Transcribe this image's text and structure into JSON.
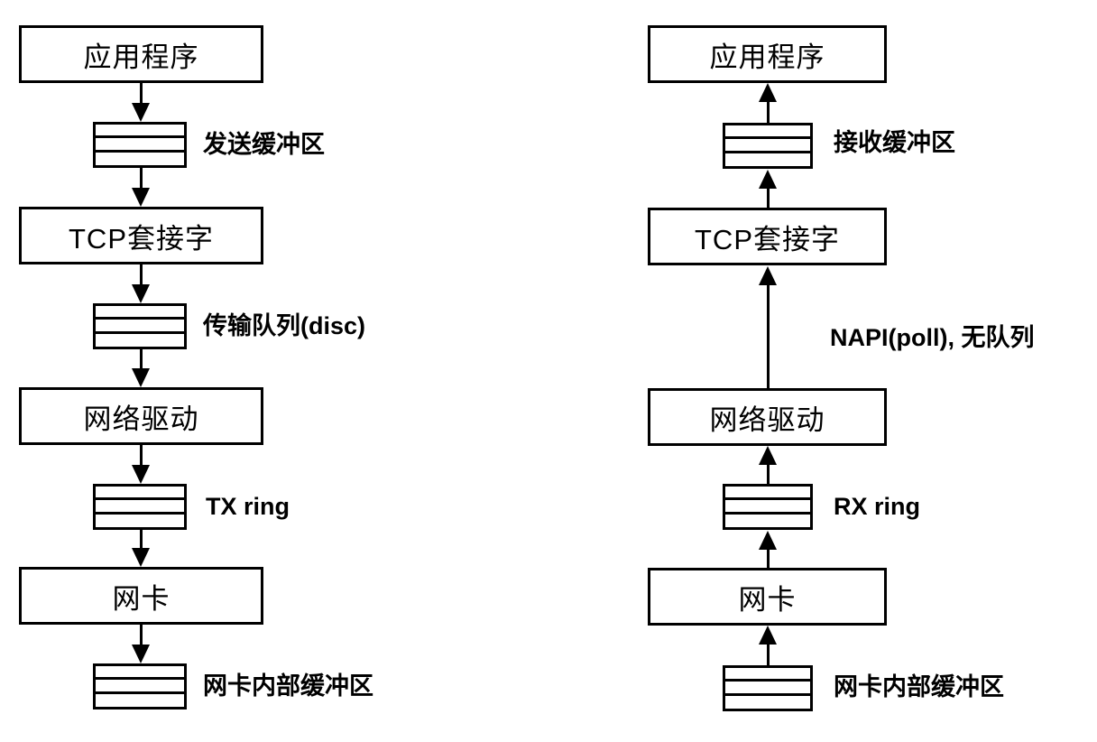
{
  "diagram_type": "flow-diagram",
  "colors": {
    "stroke": "#000000",
    "background": "#ffffff",
    "text": "#000000"
  },
  "send_path": {
    "application": "应用程序",
    "send_buffer": "发送缓冲区",
    "tcp_socket": "TCP套接字",
    "transmit_queue": "传输队列(disc)",
    "network_driver": "网络驱动",
    "tx_ring": "TX ring",
    "nic": "网卡",
    "nic_internal_buffer": "网卡内部缓冲区",
    "arrow_direction": "down"
  },
  "receive_path": {
    "application": "应用程序",
    "receive_buffer": "接收缓冲区",
    "tcp_socket": "TCP套接字",
    "napi_edge_label": "NAPI(poll), 无队列",
    "network_driver": "网络驱动",
    "rx_ring": "RX ring",
    "nic": "网卡",
    "nic_internal_buffer": "网卡内部缓冲区",
    "arrow_direction": "up"
  }
}
